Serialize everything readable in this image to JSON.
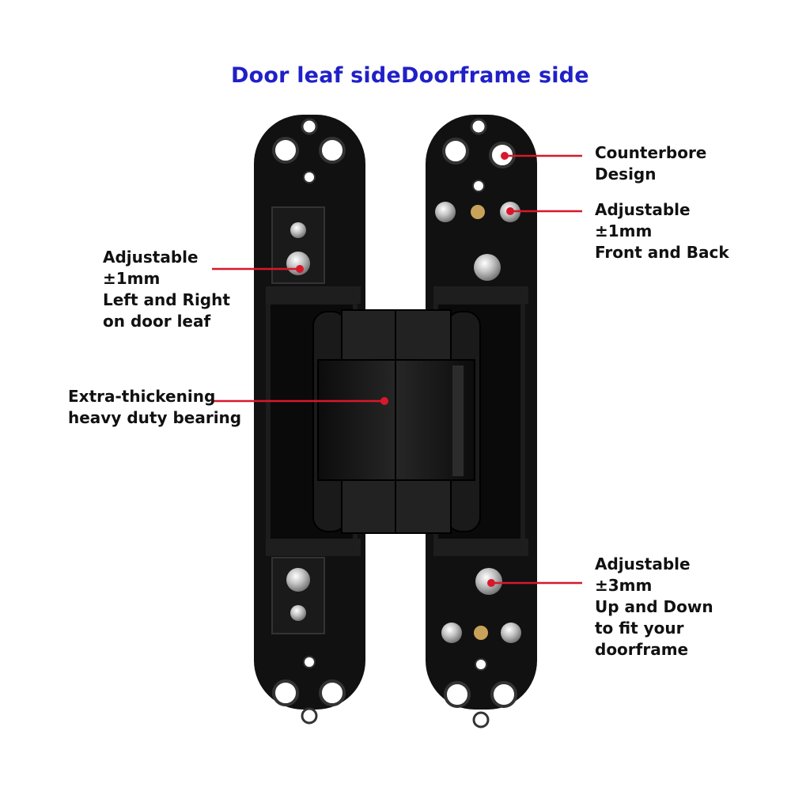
{
  "titles": {
    "door_leaf": "Door leaf side",
    "doorframe": "Doorframe side"
  },
  "callouts": {
    "counterbore": [
      "Counterbore",
      "Design"
    ],
    "front_back": [
      "Adjustable",
      "±1mm",
      "Front and Back"
    ],
    "left_right": [
      "Adjustable",
      "±1mm",
      "Left and Right",
      "on door leaf"
    ],
    "bearing": [
      "Extra-thickening",
      "heavy duty bearing"
    ],
    "up_down": [
      "Adjustable",
      "±3mm",
      "Up and Down",
      "to fit your",
      "doorframe"
    ]
  },
  "colors": {
    "title": "#2020c8",
    "leader": "#d8182a",
    "hinge": "#141414",
    "screw": "#c8c8c8"
  }
}
